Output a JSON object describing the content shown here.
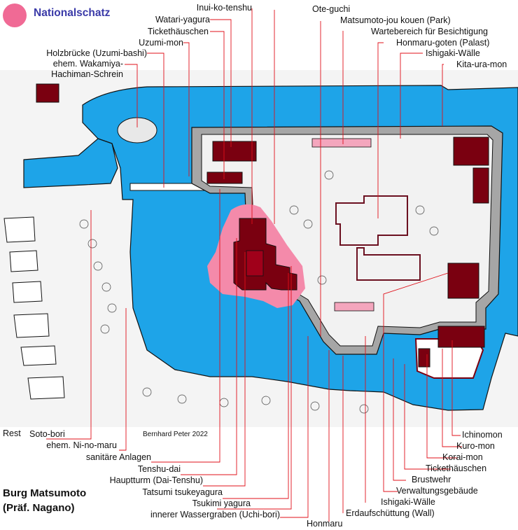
{
  "legend": {
    "label": "Nationalschatz",
    "color": "#f06a95"
  },
  "title": {
    "line1": "Burg Matsumoto",
    "line2": "(Präf. Nagano)"
  },
  "credit": "Bernhard Peter 2022",
  "colors": {
    "water": "#1ea4e8",
    "building": "#7a0010",
    "pink_area": "#f48aaa",
    "leader": "#e0101a",
    "wall": "#9b9b9b"
  },
  "labels_top": [
    "Inui-ko-tenshu",
    "Watari-yagura",
    "Tickethäuschen",
    "Uzumi-mon",
    "Holzbrücke (Uzumi-bashi)",
    "ehem. Wakamiya-",
    "Hachiman-Schrein",
    "Ote-guchi",
    "Matsumoto-jou kouen (Park)",
    "Wartebereich für Besichtigung",
    "Honmaru-goten (Palast)",
    "Ishigaki-Wälle",
    "Kita-ura-mon"
  ],
  "labels_bottom_left": [
    "Rest",
    "Soto-bori",
    "ehem. Ni-no-maru",
    "sanitäre Anlagen",
    "Tenshu-dai",
    "Hauptturm (Dai-Tenshu)",
    "Tatsumi tsukeyagura",
    "Tsukimi yagura",
    "innerer Wassergraben (Uchi-bori)",
    "Honmaru"
  ],
  "labels_bottom_right": [
    "Ichinomon",
    "Kuro-mon",
    "Korai-mon",
    "Tickethäuschen",
    "Brustwehr",
    "Verwaltungsgebäude",
    "Ishigaki-Wälle",
    "Erdaufschüttung (Wall)"
  ]
}
